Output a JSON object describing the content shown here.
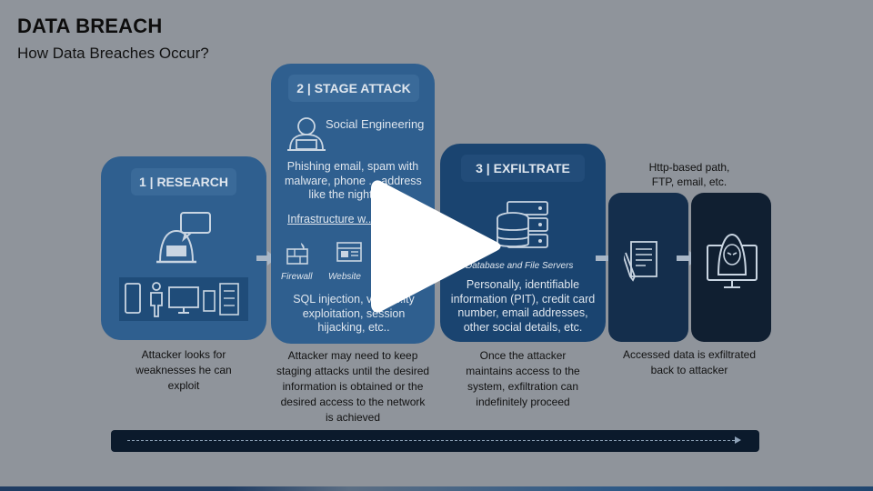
{
  "slide": {
    "title": "DATA BREACH",
    "subtitle": "How Data Breaches Occur?"
  },
  "stages": {
    "research": {
      "label": "1 | RESEARCH",
      "caption": [
        "Attacker looks for",
        "weaknesses he can",
        "exploit"
      ]
    },
    "stage_attack": {
      "label": "2 | STAGE ATTACK",
      "social_heading": "Social Engineering",
      "social_text": [
        "Phishing email, spam with",
        "malware, phone ... address",
        "like the night jar..."
      ],
      "infra_heading": "Infrastructure w...",
      "firewall_label": "Firewall",
      "website_label": "Website",
      "attack_text": [
        "SQL injection, vul... ...ity",
        "exploitation, session",
        "hijacking, etc.."
      ],
      "caption": [
        "Attacker may need to keep",
        "staging attacks until the desired",
        "information is obtained or the",
        "desired access to the network",
        "is achieved"
      ]
    },
    "exfiltrate": {
      "label": "3 | EXFILTRATE",
      "servers_label": "Database and File Servers",
      "pii_text": [
        "Personally, identifiable",
        "information (PIT), credit card",
        "number, email addresses,",
        "other social details, etc."
      ],
      "caption": [
        "Once the attacker",
        "maintains access to the",
        "system, exfiltration can",
        "indefinitely proceed"
      ]
    },
    "return": {
      "path_text": [
        "Http-based path,",
        "FTP, email, etc."
      ],
      "caption": [
        "Accessed data is exfiltrated",
        "back to attacker"
      ]
    }
  },
  "icons": [
    "hacker-laptop-icon",
    "speech-bubble-icon",
    "smartphone-icon",
    "person-icon",
    "monitor-icon",
    "server-rack-icon",
    "firewall-icon",
    "website-icon",
    "database-server-icon",
    "document-pen-icon",
    "hooded-hacker-monitor-icon",
    "play-icon"
  ],
  "colors": {
    "background": "#8f949b",
    "panel_light": "#2f5f8f",
    "panel_mid": "#1a4470",
    "panel_dark": "#142e4c",
    "panel_darkest": "#101f31",
    "play": "#ffffff"
  }
}
